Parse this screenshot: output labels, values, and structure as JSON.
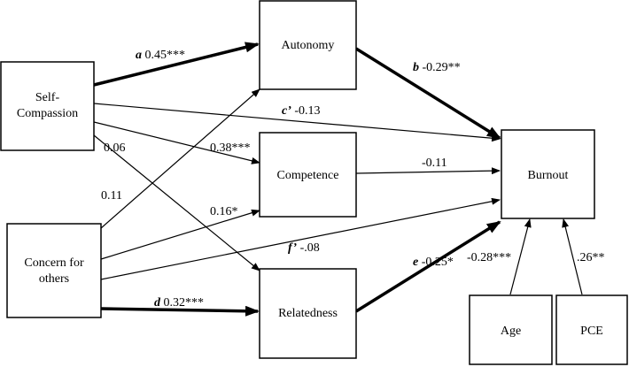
{
  "nodes": {
    "self_compassion": [
      "Self-",
      "Compassion"
    ],
    "concern": [
      "Concern for",
      "others"
    ],
    "autonomy": "Autonomy",
    "competence": "Competence",
    "relatedness": "Relatedness",
    "burnout": "Burnout",
    "age": "Age",
    "pce": "PCE"
  },
  "paths": {
    "a": {
      "letter": "a",
      "value": "0.45***"
    },
    "b": {
      "letter": "b",
      "value": "-0.29**"
    },
    "c_prime": {
      "letter": "c’",
      "value": "-0.13"
    },
    "d": {
      "letter": "d",
      "value": "0.32***"
    },
    "e": {
      "letter": "e",
      "value": "-0.25*"
    },
    "f_prime": {
      "letter": "f’",
      "value": "-.08"
    },
    "sc_competence": "0.38***",
    "sc_relatedness": "0.06",
    "concern_autonomy": "0.11",
    "concern_competence": "0.16*",
    "competence_burnout": "-0.11",
    "age_burnout": "-0.28***",
    "pce_burnout": ".26**"
  }
}
